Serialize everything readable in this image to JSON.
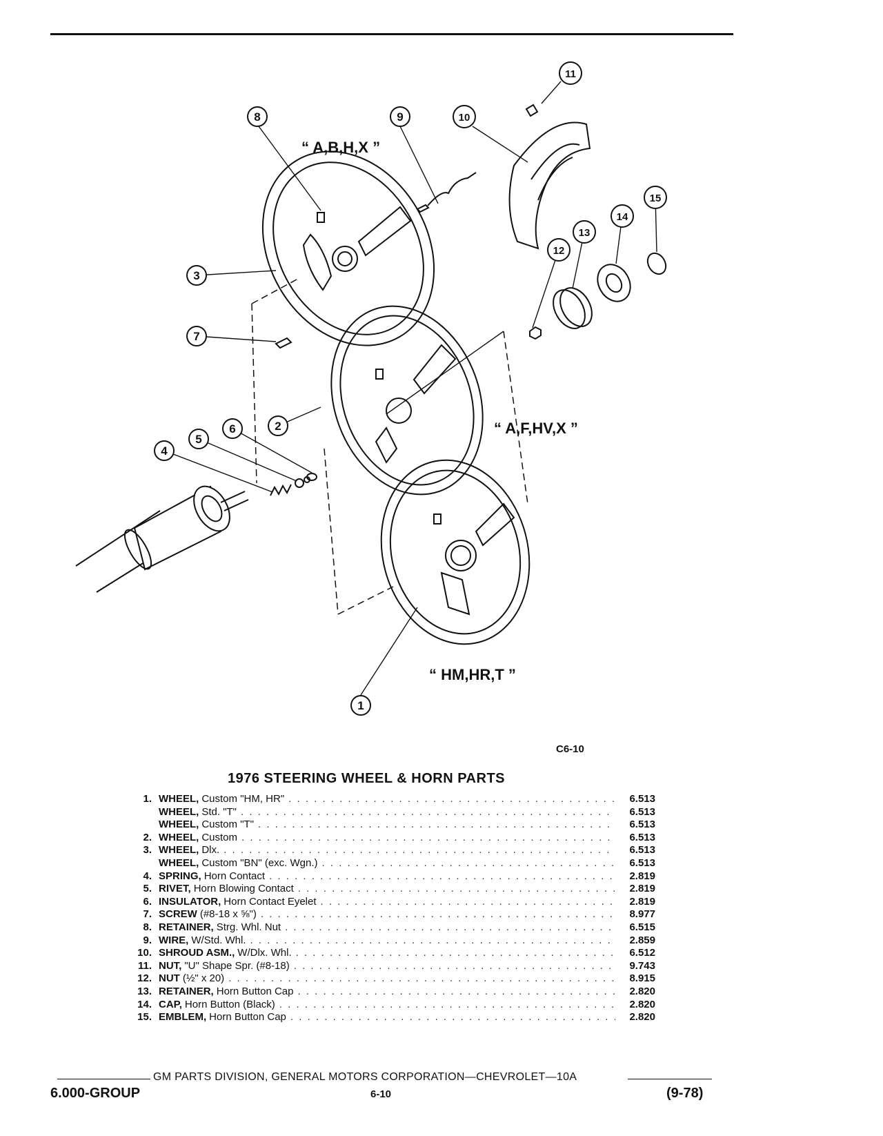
{
  "diagram": {
    "callouts": [
      "1",
      "2",
      "3",
      "4",
      "5",
      "6",
      "7",
      "8",
      "9",
      "10",
      "11",
      "12",
      "13",
      "14",
      "15"
    ],
    "variant_labels": [
      "“ A,B,H,X ”",
      "“ A,F,HV,X ”",
      "“ HM,HR,T ”"
    ],
    "figure_code": "C6-10"
  },
  "parts": {
    "title": "1976 STEERING WHEEL & HORN PARTS",
    "items": [
      {
        "num": "1.",
        "name": "WHEEL,",
        "desc": "Custom \"HM, HR\"",
        "code": "6.513"
      },
      {
        "num": "",
        "name": "WHEEL,",
        "desc": "Std. \"T\"",
        "code": "6.513"
      },
      {
        "num": "",
        "name": "WHEEL,",
        "desc": "Custom \"T\"",
        "code": "6.513"
      },
      {
        "num": "2.",
        "name": "WHEEL,",
        "desc": "Custom",
        "code": "6.513"
      },
      {
        "num": "3.",
        "name": "WHEEL,",
        "desc": "Dlx.",
        "code": "6.513"
      },
      {
        "num": "",
        "name": "WHEEL,",
        "desc": "Custom \"BN\" (exc. Wgn.)",
        "code": "6.513"
      },
      {
        "num": "4.",
        "name": "SPRING,",
        "desc": "Horn Contact",
        "code": "2.819"
      },
      {
        "num": "5.",
        "name": "RIVET,",
        "desc": "Horn Blowing Contact",
        "code": "2.819"
      },
      {
        "num": "6.",
        "name": "INSULATOR,",
        "desc": "Horn Contact Eyelet",
        "code": "2.819"
      },
      {
        "num": "7.",
        "name": "SCREW",
        "desc": "(#8-18 x ⅝\")",
        "code": "8.977"
      },
      {
        "num": "8.",
        "name": "RETAINER,",
        "desc": "Strg. Whl. Nut",
        "code": "6.515"
      },
      {
        "num": "9.",
        "name": "WIRE,",
        "desc": "W/Std. Whl.",
        "code": "2.859"
      },
      {
        "num": "10.",
        "name": "SHROUD ASM.,",
        "desc": "W/Dlx. Whl.",
        "code": "6.512"
      },
      {
        "num": "11.",
        "name": "NUT,",
        "desc": "\"U\" Shape Spr. (#8-18)",
        "code": "9.743"
      },
      {
        "num": "12.",
        "name": "NUT",
        "desc": "(½\" x 20)",
        "code": "8.915"
      },
      {
        "num": "13.",
        "name": "RETAINER,",
        "desc": "Horn Button Cap",
        "code": "2.820"
      },
      {
        "num": "14.",
        "name": "CAP,",
        "desc": "Horn Button (Black)",
        "code": "2.820"
      },
      {
        "num": "15.",
        "name": "EMBLEM,",
        "desc": "Horn Button Cap",
        "code": "2.820"
      }
    ]
  },
  "footer": {
    "division": "GM PARTS DIVISION, GENERAL MOTORS CORPORATION—CHEVROLET—10A",
    "group": "6.000-GROUP",
    "page": "6-10",
    "date": "(9-78)"
  }
}
